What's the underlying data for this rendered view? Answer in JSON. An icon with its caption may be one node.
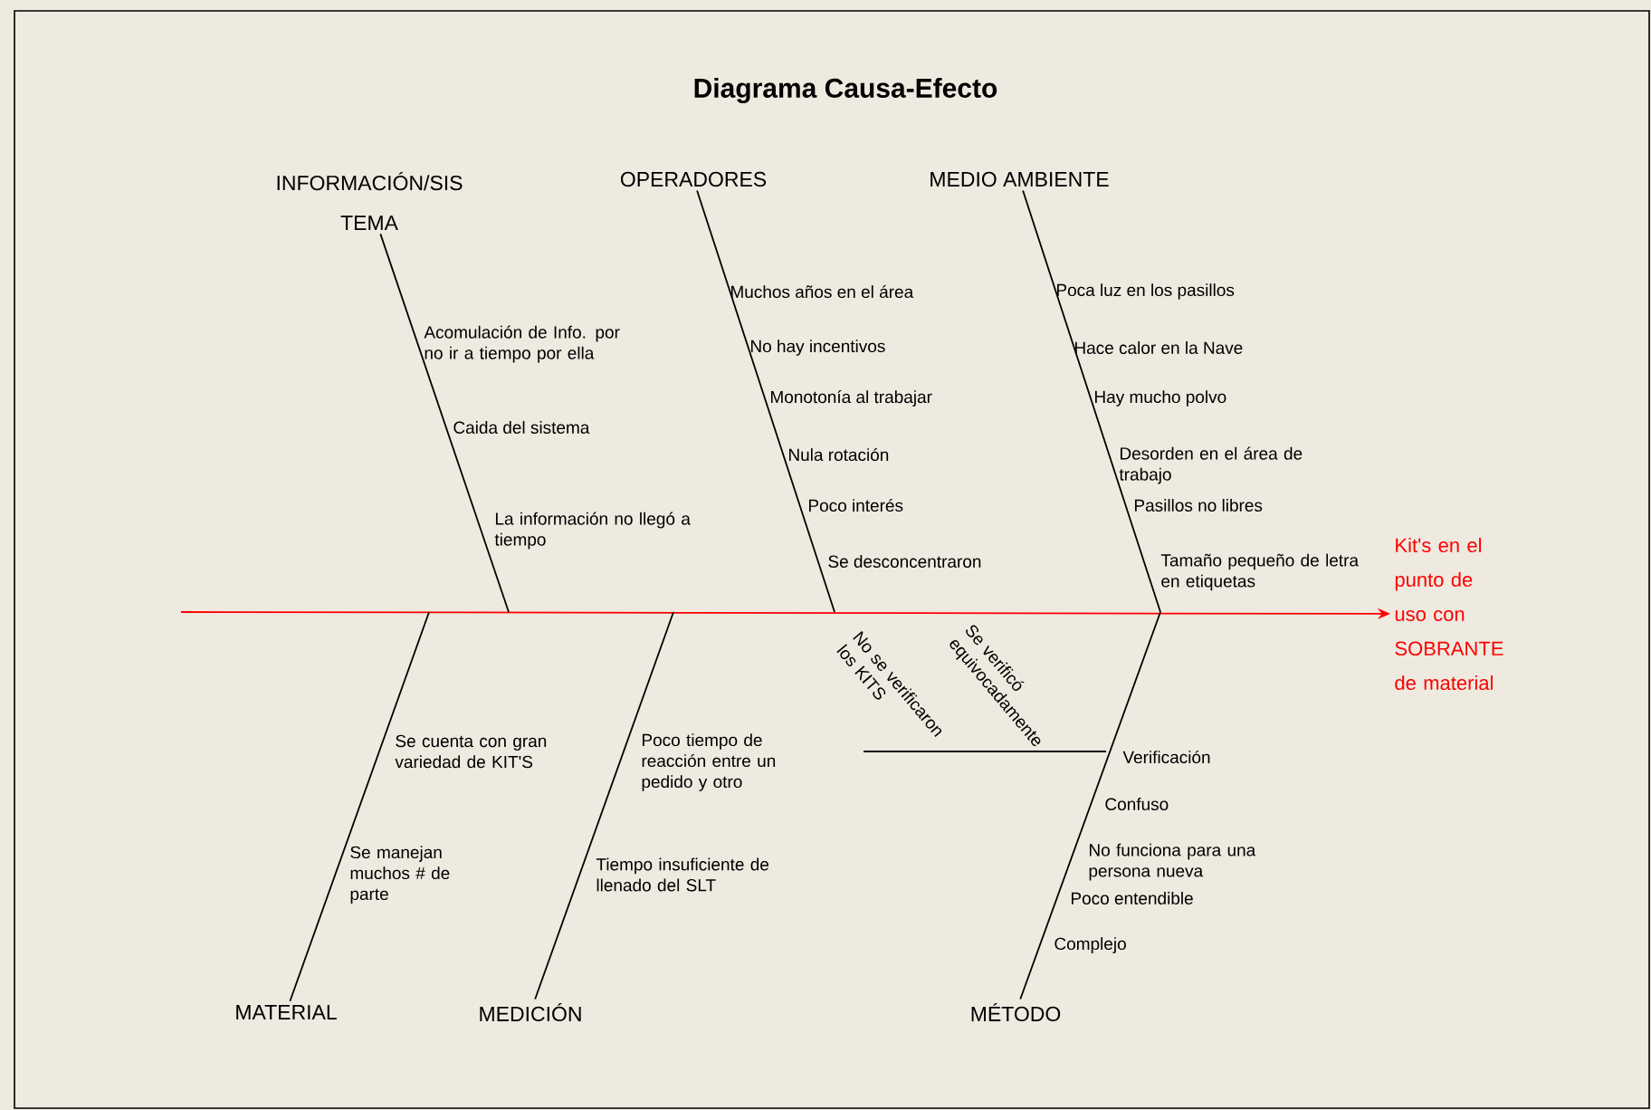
{
  "diagram": {
    "title": "Diagrama Causa-Efecto",
    "nodes": [
      {
        "text": [
          "INFORMACIÓN/SIS TEMA"
        ]
      },
      {
        "text": [
          "OPERADORES"
        ]
      },
      {
        "text": [
          "MEDIO AMBIENTE"
        ]
      },
      {
        "text": [
          "Kit's en el punto de uso con SOBRANTE de material"
        ]
      },
      {
        "text": [
          "MATERIAL"
        ]
      },
      {
        "text": [
          "MEDICIÓN"
        ]
      },
      {
        "text": [
          "MÉTODO"
        ]
      }
    ],
    "edges": [
      {
        "from": null,
        "to": 3,
        "arrow": "to",
        "color": "#ff0000"
      },
      {
        "from": 0,
        "to": null,
        "arrow": "none"
      },
      {
        "from": 1,
        "to": null,
        "arrow": "none"
      },
      {
        "from": 2,
        "to": null,
        "arrow": "none"
      },
      {
        "from": 4,
        "to": null,
        "arrow": "none"
      },
      {
        "from": 5,
        "to": null,
        "arrow": "none"
      },
      {
        "from": 6,
        "to": null,
        "arrow": "none"
      }
    ],
    "labels": [
      "Muchos años en el área",
      "Poca luz en los pasillos",
      "Acomulación de Info. por no ir a tiempo por ella",
      "No hay incentivos",
      "Hace calor en la Nave",
      "Monotonía al trabajar",
      "Hay mucho polvo",
      "Caida del sistema",
      "Nula rotación",
      "Desorden en el área de trabajo",
      "Poco interés",
      "Pasillos no libres",
      "La información no llegó a tiempo",
      "Se desconcentraron",
      "Tamaño pequeño de letra en etiquetas",
      "No se verificaron los KITS",
      "Se verificó equivocadamente",
      "Se cuenta con gran variedad de KIT'S",
      "Poco tiempo de reacción entre un pedido y otro",
      "Verificación",
      "Confuso",
      "No funciona para una persona nueva",
      "Poco entendible",
      "Se manejan muchos # de parte",
      "Tiempo insuficiente de llenado del SLT",
      "Complejo"
    ]
  }
}
